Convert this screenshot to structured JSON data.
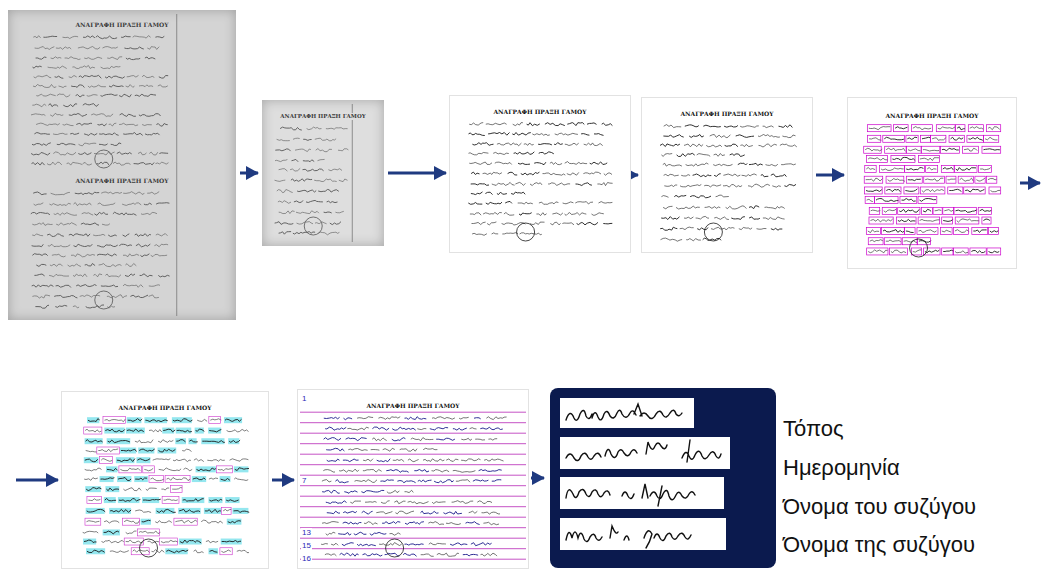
{
  "diagram": {
    "nodes": [
      {
        "text": [
          "ΑΝΑΓΡΑΦΗ ΠΡΑΞΗ ΓΑΜΟΥ",
          "ΑΝΑΓΡΑΦΗ ΠΡΑΞΗ ΓΑΜΟΥ"
        ]
      },
      {
        "text": [
          "ΑΝΑΓΡΑΦΗ ΠΡΑΞΗ ΓΑΜΟΥ"
        ]
      },
      {
        "text": [
          "ΑΝΑΓΡΑΦΗ ΠΡΑΞΗ ΓΑΜΟΥ"
        ]
      },
      {
        "text": [
          "ΑΝΑΓΡΑΦΗ ΠΡΑΞΗ ΓΑΜΟΥ"
        ]
      },
      {
        "text": [
          "ΑΝΑΓΡΑΦΗ ΠΡΑΞΗ ΓΑΜΟΥ"
        ]
      },
      {
        "text": [
          "ΑΝΑΓΡΑΦΗ ΠΡΑΞΗ ΓΑΜΟΥ"
        ]
      },
      {
        "text": [
          "ΑΝΑΓΡΑΦΗ ΠΡΑΞΗ ΓΑΜΟΥ"
        ]
      }
    ],
    "edges": [
      {
        "from": 0,
        "to": 1,
        "arrow": "to"
      },
      {
        "from": 1,
        "to": 2,
        "arrow": "to"
      },
      {
        "from": 2,
        "to": 3,
        "arrow": "to"
      },
      {
        "from": 3,
        "to": 4,
        "arrow": "to"
      },
      {
        "from": 4,
        "to": 5,
        "arrow": "to"
      },
      {
        "from": 5,
        "to": 6,
        "arrow": "to"
      }
    ],
    "labels": [
      "1",
      "7",
      "13",
      "15",
      "16",
      "Τόπος",
      "Ημερομηνία",
      "Όνομα του συζύγου",
      "Όνομα της συζύγου"
    ]
  }
}
